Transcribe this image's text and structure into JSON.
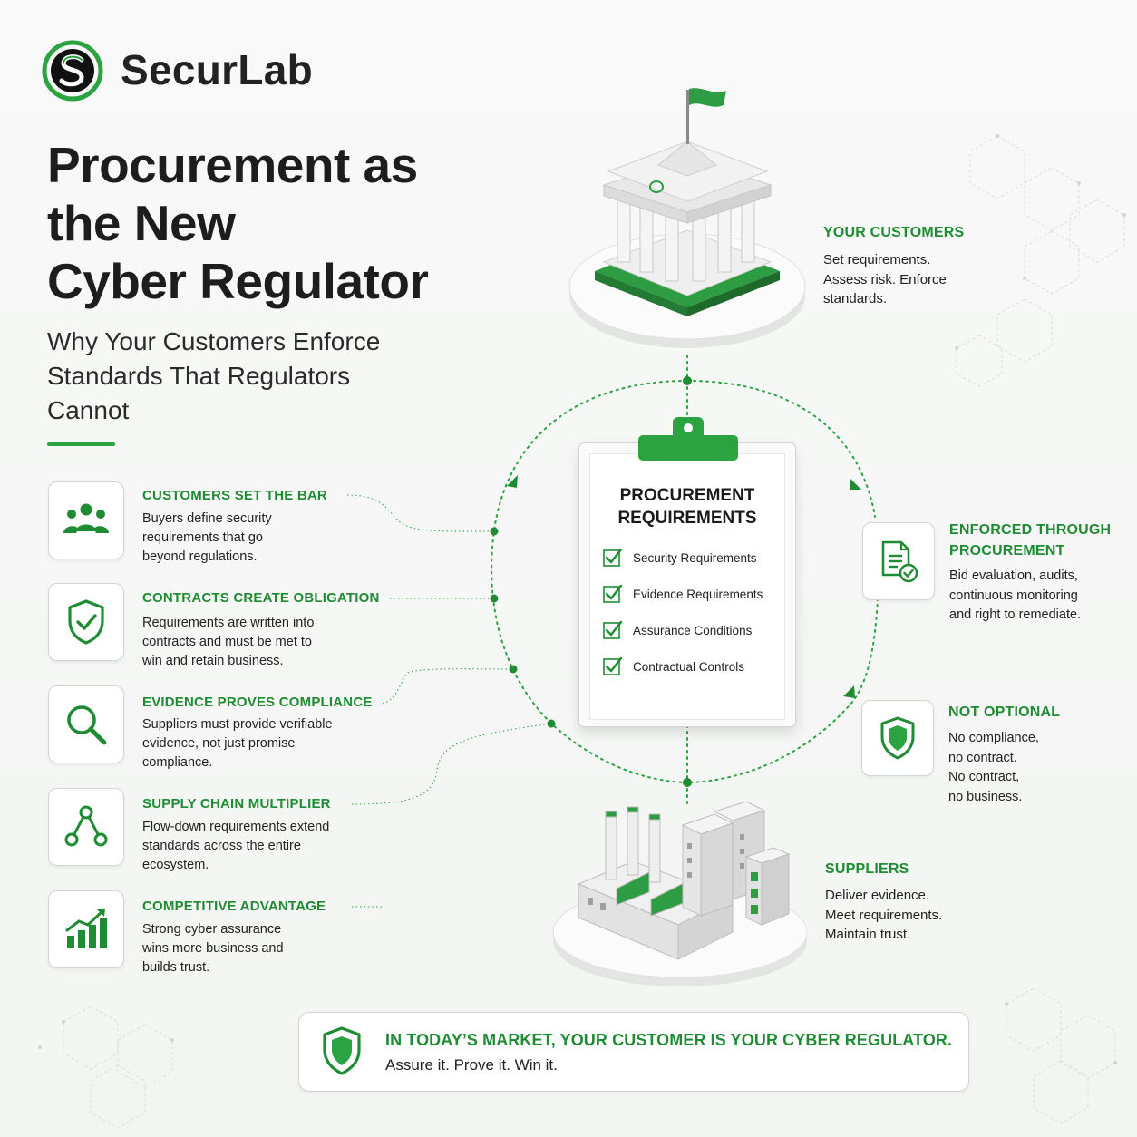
{
  "brand": {
    "name": "SecurLab"
  },
  "hero": {
    "title_lines": [
      "Procurement as",
      "the New",
      "Cyber Regulator"
    ],
    "subtitle_lines": [
      "Why Your Customers Enforce",
      "Standards That Regulators",
      "Cannot"
    ]
  },
  "items": [
    {
      "icon": "people-icon",
      "title": "CUSTOMERS SET THE BAR",
      "desc": [
        "Buyers define security",
        "requirements that go",
        "beyond regulations."
      ]
    },
    {
      "icon": "shield-check-icon",
      "title": "CONTRACTS CREATE OBLIGATION",
      "desc": [
        "Requirements are written into",
        "contracts and must be met to",
        "win and retain business."
      ]
    },
    {
      "icon": "magnifier-icon",
      "title": "EVIDENCE PROVES COMPLIANCE",
      "desc": [
        "Suppliers must provide verifiable",
        "evidence, not just promise",
        "compliance."
      ]
    },
    {
      "icon": "network-icon",
      "title": "SUPPLY CHAIN MULTIPLIER",
      "desc": [
        "Flow-down requirements extend",
        "standards across the entire",
        "ecosystem."
      ]
    },
    {
      "icon": "growth-chart-icon",
      "title": "COMPETITIVE ADVANTAGE",
      "desc": [
        "Strong cyber assurance",
        "wins more business and",
        "builds trust."
      ]
    }
  ],
  "clipboard": {
    "title_lines": [
      "PROCUREMENT",
      "REQUIREMENTS"
    ],
    "checks": [
      "Security Requirements",
      "Evidence Requirements",
      "Assurance Conditions",
      "Contractual Controls"
    ]
  },
  "customers": {
    "title": "YOUR CUSTOMERS",
    "desc": [
      "Set requirements.",
      "Assess risk. Enforce",
      "standards."
    ]
  },
  "enforced": {
    "title_lines": [
      "ENFORCED THROUGH",
      "PROCUREMENT"
    ],
    "desc": [
      "Bid evaluation, audits,",
      "continuous monitoring",
      "and right to remediate."
    ]
  },
  "not_optional": {
    "title": "NOT OPTIONAL",
    "desc": [
      "No compliance,",
      "no contract.",
      "No contract,",
      "no business."
    ]
  },
  "suppliers": {
    "title": "SUPPLIERS",
    "desc": [
      "Deliver evidence.",
      "Meet requirements.",
      "Maintain trust."
    ]
  },
  "banner": {
    "title": "IN TODAY’S MARKET, YOUR CUSTOMER IS YOUR CYBER REGULATOR.",
    "sub": "Assure it. Prove it. Win it."
  },
  "colors": {
    "accent": "#2ca341",
    "accent_dark": "#1f8c34"
  }
}
